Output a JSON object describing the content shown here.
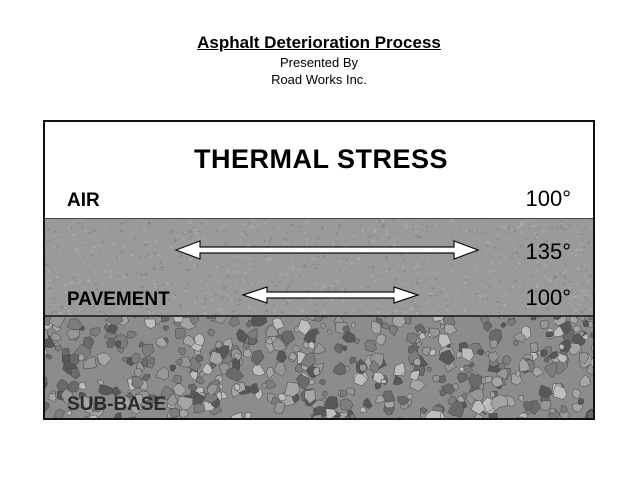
{
  "header": {
    "title": "Asphalt Deterioration Process",
    "line1": "Presented By",
    "line2": "Road Works Inc."
  },
  "diagram": {
    "heading": "THERMAL STRESS",
    "layers": {
      "air": "AIR",
      "pavement": "PAVEMENT",
      "subbase": "SUB-BASE"
    },
    "temperatures": {
      "top": "100°",
      "middle": "135°",
      "bottom": "100°"
    }
  },
  "colors": {
    "pavement": "#9a9a9a",
    "subbase": "#8c8c8c",
    "arrow_fill": "#ffffff",
    "arrow_stroke": "#111111"
  }
}
